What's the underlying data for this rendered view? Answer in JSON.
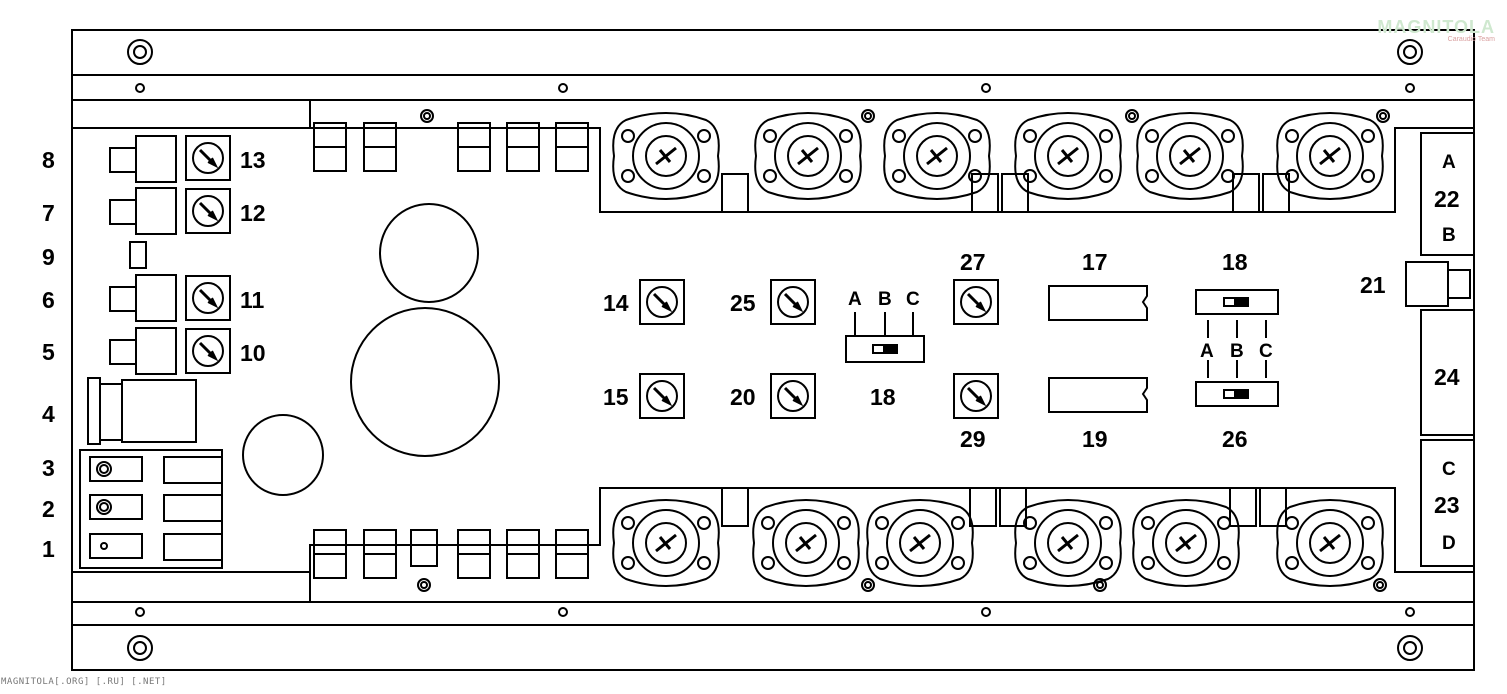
{
  "logo": {
    "main": "MAGNITOLA",
    "sub": "Caraudio Team"
  },
  "watermark": "MAGNITOLA[.ORG] [.RU] [.NET]",
  "left_labels": [
    "8",
    "7",
    "9",
    "6",
    "5",
    "4",
    "3",
    "2",
    "1"
  ],
  "trimmer_labels": [
    "13",
    "12",
    "11",
    "10"
  ],
  "center_labels": {
    "l14": "14",
    "l25": "25",
    "l15": "15",
    "l20": "20",
    "l27": "27",
    "l29": "29",
    "l17": "17",
    "l19": "19",
    "l18": "18",
    "l18b": "18",
    "l26": "26",
    "l21": "21"
  },
  "switch_left": {
    "a": "A",
    "b": "B",
    "c": "C"
  },
  "switch_right": {
    "a": "A",
    "b": "B",
    "c": "C"
  },
  "right_panel": {
    "a": "A",
    "n22": "22",
    "b": "B",
    "n24": "24",
    "c": "C",
    "n23": "23",
    "d": "D"
  }
}
